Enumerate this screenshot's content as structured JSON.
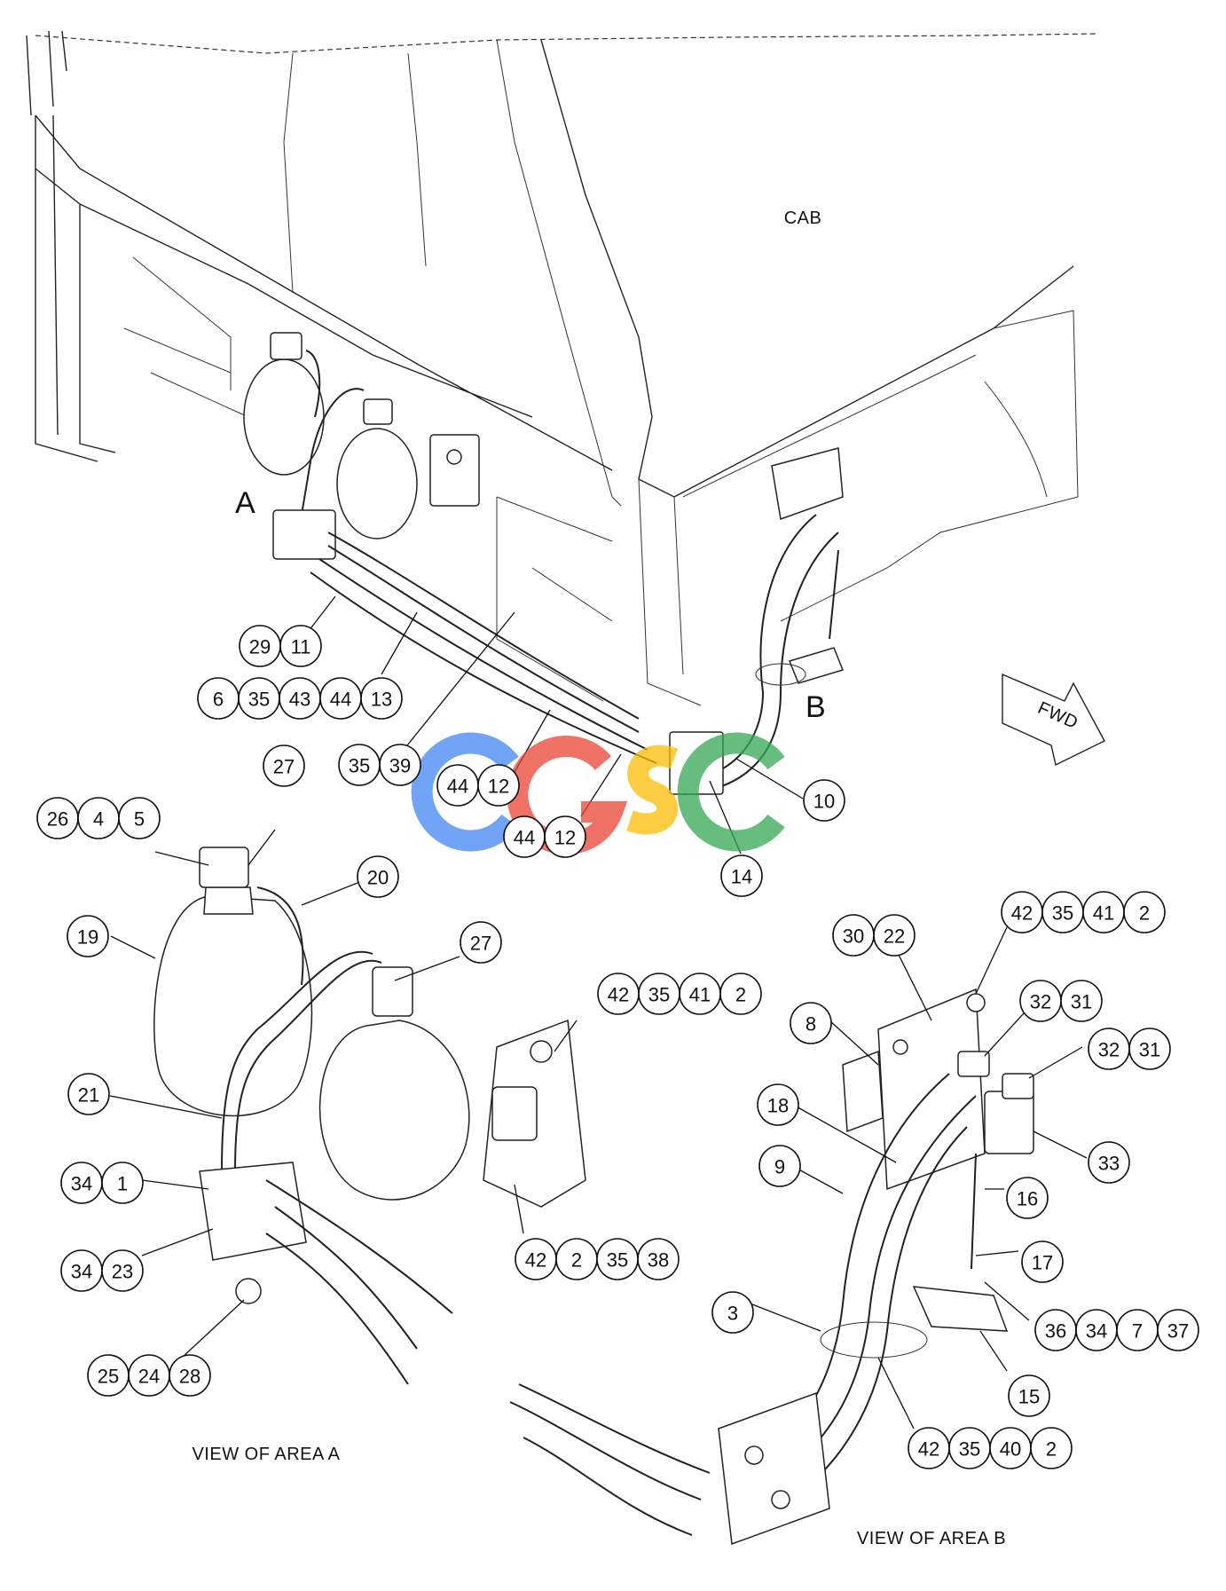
{
  "labels": {
    "cab": "CAB",
    "area_a": "A",
    "area_b": "B",
    "fwd": "FWD",
    "view_a": "VIEW OF AREA A",
    "view_b": "VIEW OF AREA B"
  },
  "watermark": {
    "letters": [
      "C",
      "G",
      "S",
      "C"
    ],
    "colors": [
      "#4285F4",
      "#EA4335",
      "#FBBC05",
      "#34A853"
    ]
  },
  "callouts": {
    "c29_11": [
      "29",
      "11"
    ],
    "c6_35_43_44_13": [
      "6",
      "35",
      "43",
      "44",
      "13"
    ],
    "c35_39": [
      "35",
      "39"
    ],
    "c44_12a": [
      "44",
      "12"
    ],
    "c44_12b": [
      "44",
      "12"
    ],
    "c10": [
      "10"
    ],
    "c14": [
      "14"
    ],
    "c26_4_5": [
      "26",
      "4",
      "5"
    ],
    "c27a": [
      "27"
    ],
    "c20": [
      "20"
    ],
    "c19": [
      "19"
    ],
    "c27b": [
      "27"
    ],
    "c42_35_41_2a": [
      "42",
      "35",
      "41",
      "2"
    ],
    "c21": [
      "21"
    ],
    "c34_1": [
      "34",
      "1"
    ],
    "c34_23": [
      "34",
      "23"
    ],
    "c42_2_35_38": [
      "42",
      "2",
      "35",
      "38"
    ],
    "c25_24_28": [
      "25",
      "24",
      "28"
    ],
    "c42_35_41_2b": [
      "42",
      "35",
      "41",
      "2"
    ],
    "c30_22": [
      "30",
      "22"
    ],
    "c8": [
      "8"
    ],
    "c32_31a": [
      "32",
      "31"
    ],
    "c32_31b": [
      "32",
      "31"
    ],
    "c18": [
      "18"
    ],
    "c33": [
      "33"
    ],
    "c9": [
      "9"
    ],
    "c16": [
      "16"
    ],
    "c17": [
      "17"
    ],
    "c3": [
      "3"
    ],
    "c36_34_7_37": [
      "36",
      "34",
      "7",
      "37"
    ],
    "c15": [
      "15"
    ],
    "c42_35_40_2": [
      "42",
      "35",
      "40",
      "2"
    ]
  }
}
